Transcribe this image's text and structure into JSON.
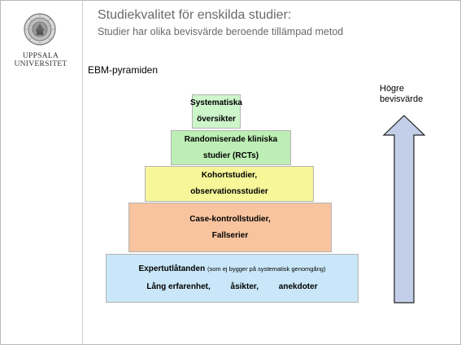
{
  "university": {
    "name_line1": "UPPSALA",
    "name_line2": "UNIVERSITET"
  },
  "slide": {
    "title": "Studiekvalitet för enskilda studier:",
    "subtitle": "Studier har olika bevisvärde beroende tillämpad metod",
    "section_label": "EBM-pyramiden"
  },
  "pyramid": {
    "levels": [
      {
        "line1": "Systematiska",
        "line2": "översikter",
        "color": "#cdf6cb"
      },
      {
        "line1": "Randomiserade kliniska",
        "line2": "studier (RCTs)",
        "color": "#bdeeb5"
      },
      {
        "line1": "Kohortstudier,",
        "line2": "observationsstudier",
        "color": "#f7f79a"
      },
      {
        "line1": "Case-kontrollstudier,",
        "line2": "Fallserier",
        "color": "#f8c49f"
      },
      {
        "line1_bold": "Expertutlåtanden",
        "line1_note": "(som ej bygger på systematisk genomgång)",
        "line2_parts": [
          "Lång erfarenhet,",
          "åsikter,",
          "anekdoter"
        ],
        "color": "#c9e7f8"
      }
    ]
  },
  "evidence_arrow": {
    "label_line1": "Högre",
    "label_line2": "bevisvärde",
    "fill_color": "#c3cfe8"
  }
}
